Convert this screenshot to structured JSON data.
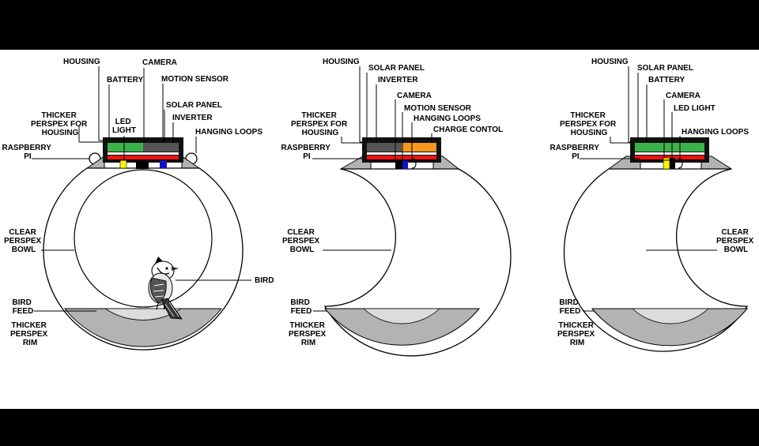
{
  "colors": {
    "band": "#000000",
    "background": "#ffffff",
    "rim": "#b3b3b3",
    "feed": "#dcdcdc",
    "battery": "#3cb34a",
    "solar": "#555555",
    "charge_control": "#f5961d",
    "led": "#fff200",
    "motion": "#1010cc",
    "inverter_strip": "#ee1111"
  },
  "panels": [
    {
      "labels": {
        "housing": "HOUSING",
        "camera": "CAMERA",
        "battery": "BATTERY",
        "motion_sensor": "MOTION SENSOR",
        "thicker_perspex_housing": [
          "THICKER",
          "PERSPEX FOR",
          "HOUSING"
        ],
        "led_light": [
          "LED",
          "LIGHT"
        ],
        "solar_panel": "SOLAR PANEL",
        "inverter": "INVERTER",
        "hanging_loops": "HANGING LOOPS",
        "raspberry_pi": [
          "RASPBERRY",
          "PI"
        ],
        "clear_perspex_bowl": [
          "CLEAR",
          "PERSPEX",
          "BOWL"
        ],
        "bird": "BIRD",
        "bird_feed": [
          "BIRD",
          "FEED"
        ],
        "thicker_perspex_rim": [
          "THICKER",
          "PERSPEX",
          "RIM"
        ]
      }
    },
    {
      "labels": {
        "housing": "HOUSING",
        "solar_panel": "SOLAR PANEL",
        "inverter": "INVERTER",
        "camera": "CAMERA",
        "thicker_perspex_housing": [
          "THICKER",
          "PERSPEX FOR",
          "HOUSING"
        ],
        "motion_sensor": "MOTION SENSOR",
        "hanging_loops": "HANGING LOOPS",
        "charge_control": "CHARGE CONTOL",
        "raspberry_pi": [
          "RASPBERRY",
          "PI"
        ],
        "clear_perspex_bowl": [
          "CLEAR",
          "PERSPEX",
          "BOWL"
        ],
        "bird_feed": [
          "BIRD",
          "FEED"
        ],
        "thicker_perspex_rim": [
          "THICKER",
          "PERSPEX",
          "RIM"
        ]
      }
    },
    {
      "labels": {
        "housing": "HOUSING",
        "solar_panel": "SOLAR PANEL",
        "battery": "BATTERY",
        "thicker_perspex_housing": [
          "THICKER",
          "PERSPEX FOR",
          "HOUSING"
        ],
        "camera": "CAMERA",
        "led_light": "LED LIGHT",
        "hanging_loops": "HANGING LOOPS",
        "raspberry_pi": [
          "RASPBERRY",
          "PI"
        ],
        "clear_perspex_bowl": [
          "CLEAR",
          "PERSPEX",
          "BOWL"
        ],
        "bird_feed": [
          "BIRD",
          "FEED"
        ],
        "thicker_perspex_rim": [
          "THICKER",
          "PERSPEX",
          "RIM"
        ]
      }
    }
  ]
}
